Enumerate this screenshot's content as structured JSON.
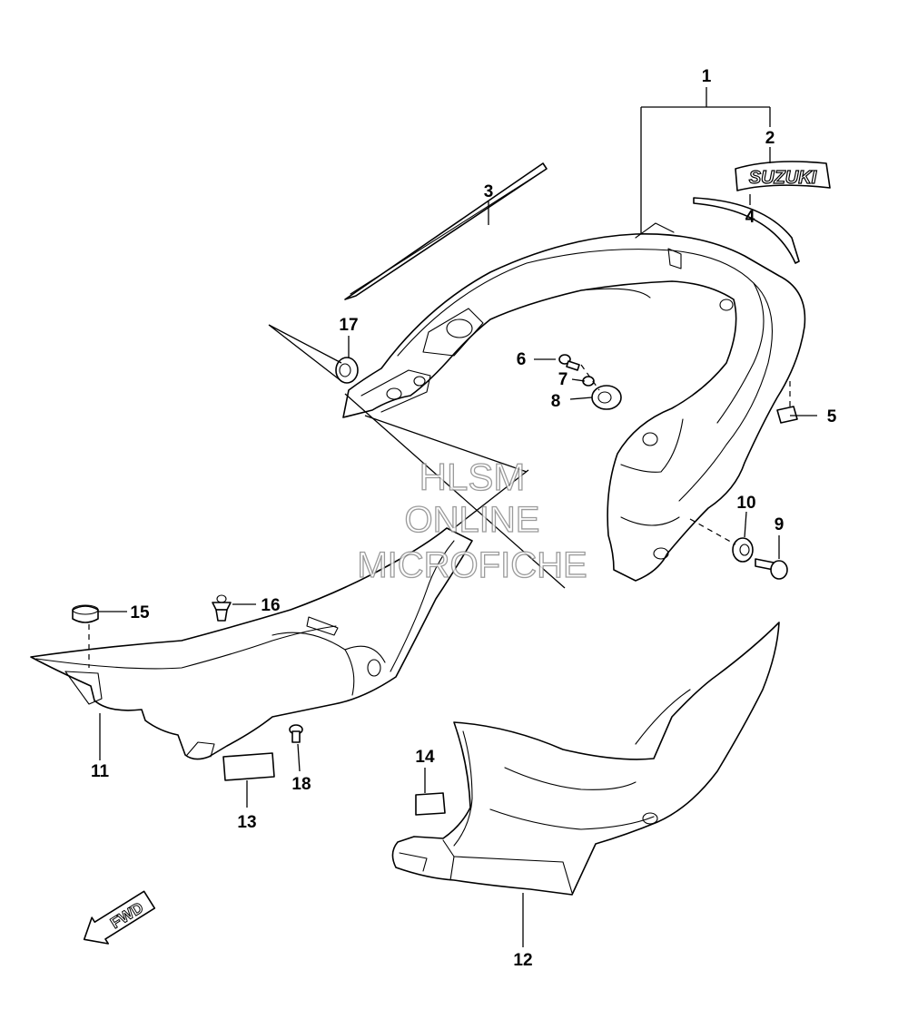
{
  "callouts": {
    "c1": "1",
    "c2": "2",
    "c3": "3",
    "c4": "4",
    "c5": "5",
    "c6": "6",
    "c7": "7",
    "c8": "8",
    "c9": "9",
    "c10": "10",
    "c11": "11",
    "c12": "12",
    "c13": "13",
    "c14": "14",
    "c15": "15",
    "c16": "16",
    "c17": "17",
    "c18": "18"
  },
  "emblem_text": "SUZUKI",
  "fwd_label": "FWD",
  "watermark": {
    "line1": "HLSM",
    "line2": "ONLINE",
    "line3": "MICROFICHE"
  }
}
